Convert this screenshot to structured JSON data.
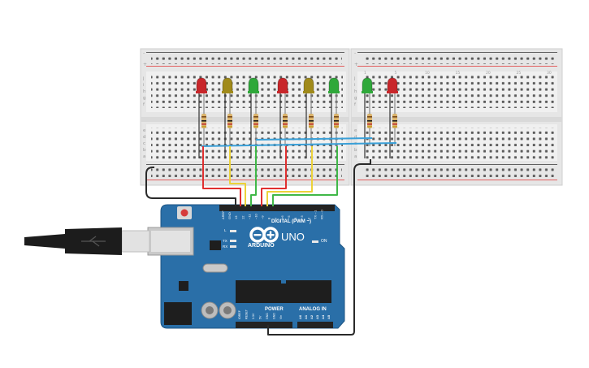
{
  "board": {
    "brand": "ARDUINO",
    "model": "UNO",
    "digital_label": "DIGITAL (PWM ~)",
    "power_label": "POWER",
    "analog_label": "ANALOG IN",
    "on_label": "ON",
    "led_labels": [
      "L",
      "TX",
      "RX"
    ],
    "digital_pins": [
      "AREF",
      "GND",
      "13",
      "12",
      "~11",
      "~10",
      "~9",
      "8",
      "7",
      "~6",
      "~5",
      "4",
      "~3",
      "2",
      "TX→1",
      "RX←0"
    ],
    "power_pins": [
      "IOREF",
      "RESET",
      "3.3V",
      "5V",
      "GND",
      "GND",
      "Vin"
    ],
    "analog_pins": [
      "A0",
      "A1",
      "A2",
      "A3",
      "A4",
      "A5"
    ]
  },
  "breadboard_left": {
    "row_letters_top": [
      "j",
      "i",
      "h",
      "g",
      "f"
    ],
    "row_letters_bottom": [
      "e",
      "d",
      "c",
      "b",
      "a"
    ],
    "rail_signs": [
      "-",
      "+"
    ]
  },
  "breadboard_right": {
    "row_letters_top": [
      "j",
      "i",
      "h",
      "g",
      "f"
    ],
    "row_letters_bottom": [
      "e",
      "d",
      "c",
      "b",
      "a"
    ],
    "column_numbers": [
      "1",
      "5",
      "10",
      "15",
      "20",
      "25",
      "30"
    ],
    "rail_signs": [
      "-",
      "+"
    ]
  },
  "leds_left": [
    "red",
    "yellow",
    "green",
    "red",
    "yellow",
    "green"
  ],
  "leds_right": [
    "green",
    "red"
  ],
  "colors": {
    "board": "#2a6fa8",
    "breadboard": "#e9e9e9",
    "wire_red": "#e03030",
    "wire_yellow": "#ecd23a",
    "wire_green": "#40b848",
    "wire_blue": "#3aa0d8",
    "wire_black": "#2a2a2a",
    "led_red": "#c8262a",
    "led_yellow": "#a08a1a",
    "led_green": "#2fa83a"
  }
}
